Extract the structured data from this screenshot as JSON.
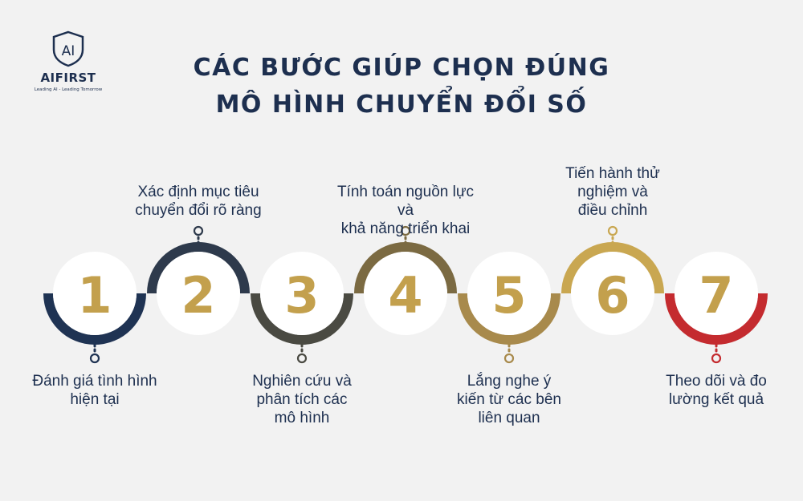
{
  "logo": {
    "mark_text": "AI",
    "name": "AIFIRST",
    "tagline": "Leading AI - Leading Tomorrow"
  },
  "title": {
    "line1": "CÁC BƯỚC GIÚP CHỌN ĐÚNG",
    "line2": "MÔ HÌNH CHUYỂN ĐỔI SỐ"
  },
  "colors": {
    "navy": "#1d2f4f",
    "gold": "#c3a04d",
    "red": "#c42b2f",
    "background": "#f2f2f2",
    "circle_fill": "#ffffff"
  },
  "steps": [
    {
      "number": "1",
      "label": "Đánh giá tình hình hiện tại",
      "label_lines": [
        "Đánh giá tình hình",
        "hiện tại"
      ],
      "label_position": "below",
      "arc_color": "#1f3353"
    },
    {
      "number": "2",
      "label": "Xác định mục tiêu chuyển đổi rõ ràng",
      "label_lines": [
        "Xác định mục tiêu",
        "chuyển đổi rõ ràng"
      ],
      "label_position": "above",
      "arc_color": "#2e3a4c"
    },
    {
      "number": "3",
      "label": "Nghiên cứu và phân tích các mô hình",
      "label_lines": [
        "Nghiên cứu và",
        "phân tích các",
        "mô hình"
      ],
      "label_position": "below",
      "arc_color": "#4a4a42"
    },
    {
      "number": "4",
      "label": "Tính toán nguồn lực và khả năng triển khai",
      "label_lines": [
        "Tính toán nguồn lực và",
        "khả năng triển khai"
      ],
      "label_position": "above",
      "arc_color": "#7b6a42"
    },
    {
      "number": "5",
      "label": "Lắng nghe ý kiến từ các bên liên quan",
      "label_lines": [
        "Lắng nghe ý",
        "kiến từ các bên",
        "liên quan"
      ],
      "label_position": "below",
      "arc_color": "#a88a4c"
    },
    {
      "number": "6",
      "label": "Tiến hành thử nghiệm và điều chỉnh",
      "label_lines": [
        "Tiến hành thử",
        "nghiệm và",
        "điều chỉnh"
      ],
      "label_position": "above",
      "arc_color": "#c9a751"
    },
    {
      "number": "7",
      "label": "Theo dõi và đo lường kết quả",
      "label_lines": [
        "Theo dõi và đo",
        "lường kết quả"
      ],
      "label_position": "below",
      "arc_color": "#c42b2f"
    }
  ]
}
